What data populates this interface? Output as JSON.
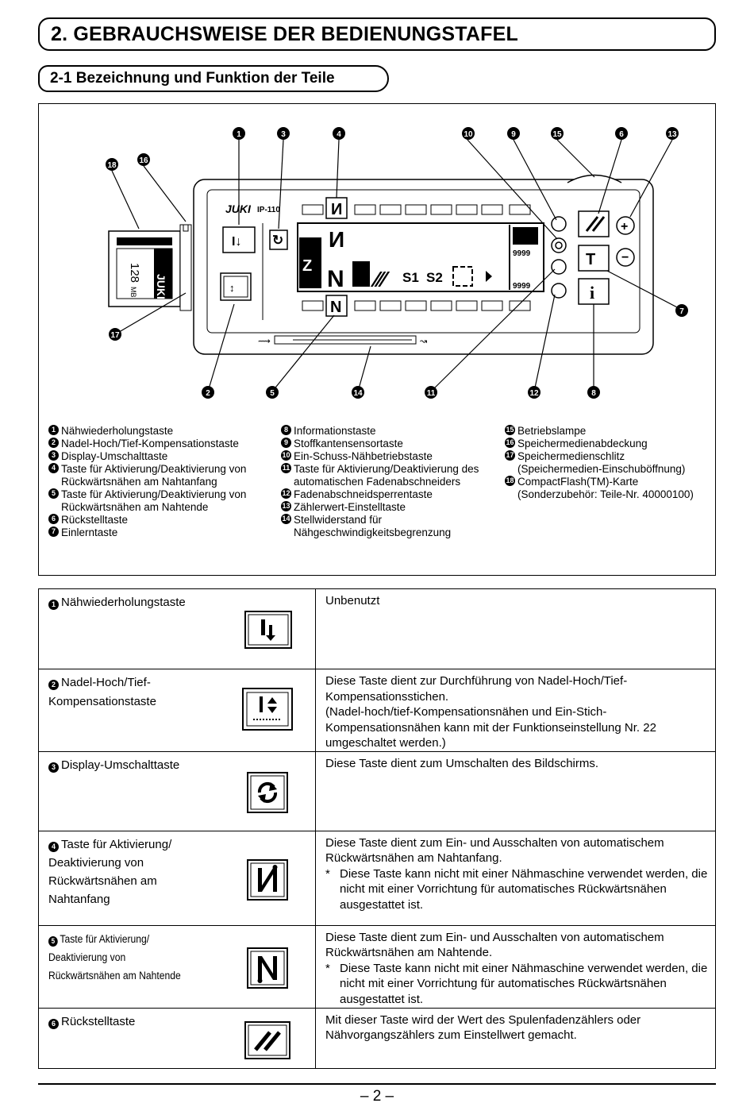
{
  "header": {
    "title": "2. GEBRAUCHSWEISE DER BEDIENUNGSTAFEL",
    "subtitle": "2-1 Bezeichnung und Funktion der Teile"
  },
  "panel": {
    "brand": "JUKI",
    "model": "IP-110",
    "card_capacity": "128",
    "card_unit": "MB",
    "counter_value_1": "9999",
    "counter_value_2": "9999",
    "lcd_s1": "S1",
    "lcd_s2": "S2",
    "key_t": "T",
    "key_i": "i",
    "key_n": "N",
    "callouts": [
      "1",
      "3",
      "4",
      "10",
      "9",
      "15",
      "6",
      "13",
      "18",
      "16",
      "7",
      "17",
      "2",
      "5",
      "14",
      "11",
      "12",
      "8"
    ]
  },
  "legend": {
    "col1": [
      {
        "num": "1",
        "text": "Nähwiederholungstaste"
      },
      {
        "num": "2",
        "text": "Nadel-Hoch/Tief-Kompensationstaste"
      },
      {
        "num": "3",
        "text": "Display-Umschalttaste"
      },
      {
        "num": "4",
        "text": "Taste für Aktivierung/Deaktivierung von\nRückwärtsnähen am Nahtanfang"
      },
      {
        "num": "5",
        "text": "Taste für Aktivierung/Deaktivierung von\nRückwärtsnähen am Nahtende"
      },
      {
        "num": "6",
        "text": "Rückstelltaste"
      },
      {
        "num": "7",
        "text": "Einlerntaste"
      }
    ],
    "col2": [
      {
        "num": "8",
        "text": "Informationstaste"
      },
      {
        "num": "9",
        "text": "Stoffkantensensortaste"
      },
      {
        "num": "10",
        "text": "Ein-Schuss-Nähbetriebstaste"
      },
      {
        "num": "11",
        "text": "Taste für Aktivierung/Deaktivierung des\nautomatischen Fadenabschneiders"
      },
      {
        "num": "12",
        "text": "Fadenabschneidsperrentaste"
      },
      {
        "num": "13",
        "text": "Zählerwert-Einstelltaste"
      },
      {
        "num": "14",
        "text": "Stellwiderstand für\nNähgeschwindigkeitsbegrenzung"
      }
    ],
    "col3": [
      {
        "num": "15",
        "text": "Betriebslampe"
      },
      {
        "num": "16",
        "text": "Speichermedienabdeckung"
      },
      {
        "num": "17",
        "text": "Speichermedienschlitz\n(Speichermedien-Einschuböffnung)"
      },
      {
        "num": "18",
        "text": "CompactFlash(TM)-Karte\n(Sonderzubehör: Teile-Nr. 40000100)"
      }
    ]
  },
  "rows": [
    {
      "num": "1",
      "name": "Nähwiederholungstaste",
      "desc": "Unbenutzt",
      "notes": []
    },
    {
      "num": "2",
      "name": "Nadel-Hoch/Tief-\nKompensationstaste",
      "desc": "Diese Taste dient zur Durchführung von Nadel-Hoch/Tief-Kompensationsstichen.\n(Nadel-hoch/tief-Kompensationsnähen und Ein-Stich-Kompensationsnähen kann mit der Funktionseinstellung Nr. 22 umgeschaltet werden.)",
      "notes": []
    },
    {
      "num": "3",
      "name": "Display-Umschalttaste",
      "desc": "Diese Taste dient zum Umschalten des Bildschirms.",
      "notes": []
    },
    {
      "num": "4",
      "name": "Taste für Aktivierung/\nDeaktivierung von\nRückwärtsnähen am\nNahtanfang",
      "desc": "Diese Taste dient zum Ein- und Ausschalten von automatischem Rückwärtsnähen am Nahtanfang.",
      "notes": [
        "Diese Taste kann nicht mit einer Nähmaschine verwendet werden, die nicht mit einer Vorrichtung für automatisches Rückwärtsnähen ausgestattet ist."
      ]
    },
    {
      "num": "5",
      "name": "Taste für Aktivierung/\nDeaktivierung von\nRückwärtsnähen am Nahtende",
      "desc": "Diese Taste dient zum Ein- und Ausschalten von automatischem Rückwärtsnähen am Nahtende.",
      "notes": [
        "Diese Taste kann nicht mit einer Nähmaschine verwendet werden, die nicht mit einer Vorrichtung für automatisches Rückwärtsnähen ausgestattet ist."
      ]
    },
    {
      "num": "6",
      "name": "Rückstelltaste",
      "desc": "Mit dieser Taste wird der Wert des Spulenfadenzählers oder Nähvorgangszählers zum Einstellwert gemacht.",
      "notes": []
    }
  ],
  "footer": {
    "page": "– 2 –"
  }
}
